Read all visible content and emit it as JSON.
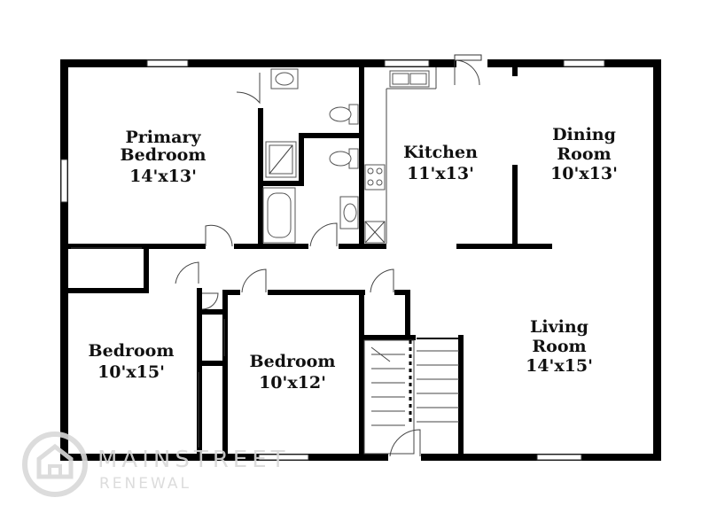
{
  "rooms": {
    "primary_bedroom": {
      "name_1": "Primary",
      "name_2": "Bedroom",
      "size": "14'x13'"
    },
    "kitchen": {
      "name": "Kitchen",
      "size": "11'x13'"
    },
    "dining_room": {
      "name_1": "Dining",
      "name_2": "Room",
      "size": "10'x13'"
    },
    "living_room": {
      "name_1": "Living",
      "name_2": "Room",
      "size": "14'x15'"
    },
    "bedroom_left": {
      "name": "Bedroom",
      "size": "10'x15'"
    },
    "bedroom_center": {
      "name": "Bedroom",
      "size": "10'x12'"
    }
  },
  "watermark": {
    "brand": "MAINSTREET",
    "tagline": "RENEWAL"
  },
  "icons": [
    "watermark-logo-icon",
    "door-swing-icon",
    "toilet-icon",
    "sink-icon",
    "bathtub-icon",
    "shower-icon",
    "stove-icon",
    "stairs-icon"
  ],
  "colors": {
    "wall": "#000000",
    "watermark": "#d9d9d9",
    "text": "#111111"
  }
}
